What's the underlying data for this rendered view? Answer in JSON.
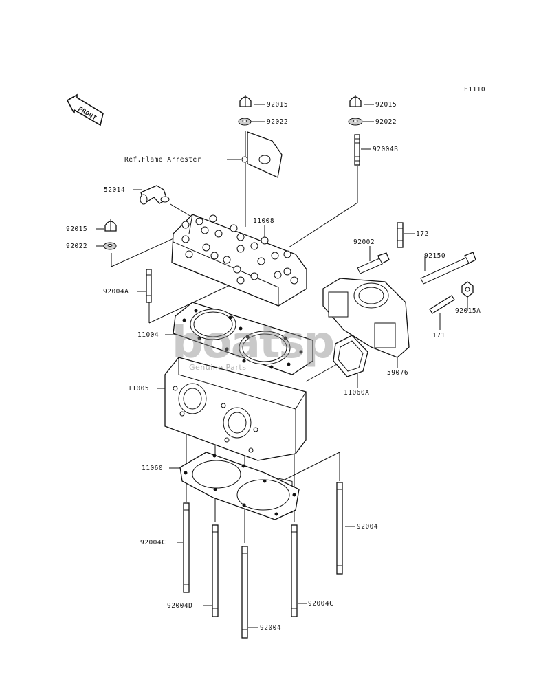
{
  "figure_code": "E1110",
  "front_label": "FRONT",
  "ref_label": "Ref.Flame Arrester",
  "watermark": {
    "brand": "boatsp",
    "tagline": "Genuine Parts"
  },
  "labels": {
    "p92015_top_center": "92015",
    "p92022_top_center": "92022",
    "p92015_top_right": "92015",
    "p92022_top_right": "92022",
    "p92004B": "92004B",
    "p52014": "52014",
    "p11008": "11008",
    "p92015_left": "92015",
    "p92022_left": "92022",
    "p92004A": "92004A",
    "p92002": "92002",
    "p172": "172",
    "p92150": "92150",
    "p92015A": "92015A",
    "p171": "171",
    "p11004": "11004",
    "p59076": "59076",
    "p11060A": "11060A",
    "p11005": "11005",
    "p11060": "11060",
    "p92004_right": "92004",
    "p92004C_left": "92004C",
    "p92004D": "92004D",
    "p92004_bottom": "92004",
    "p92004C_right": "92004C"
  }
}
